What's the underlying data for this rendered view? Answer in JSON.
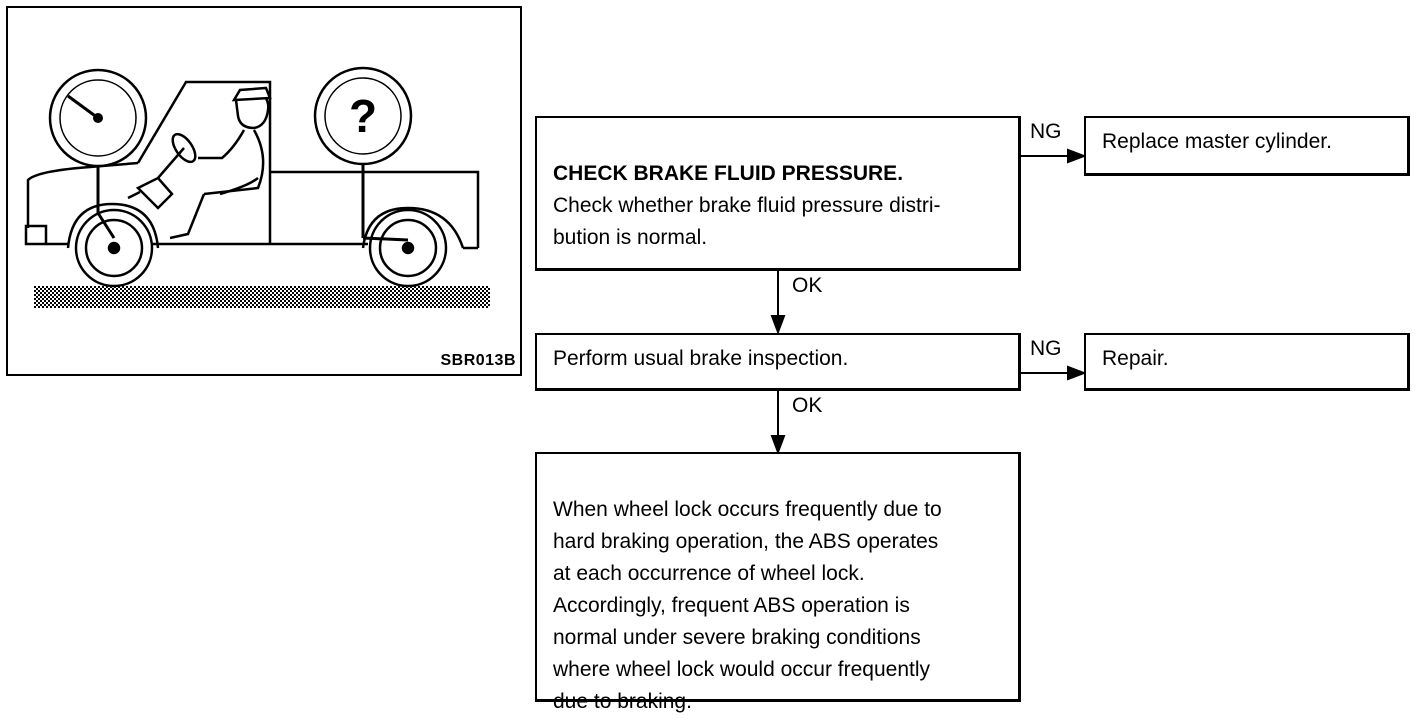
{
  "figure": {
    "code": "SBR013B"
  },
  "flow": {
    "step1": {
      "title": "CHECK BRAKE FLUID PRESSURE.",
      "body": "Check whether brake fluid pressure distri-\nbution is normal."
    },
    "step1_ng": "NG",
    "step1_ng_result": "Replace master cylinder.",
    "step1_ok": "OK",
    "step2": {
      "text": "Perform usual brake inspection."
    },
    "step2_ng": "NG",
    "step2_ng_result": "Repair.",
    "step2_ok": "OK",
    "step3": {
      "text": "When wheel lock occurs frequently due to\nhard braking operation, the ABS operates\nat each occurrence of wheel lock.\nAccordingly, frequent ABS operation is\nnormal under severe braking conditions\nwhere wheel lock would occur frequently\ndue to braking."
    }
  }
}
